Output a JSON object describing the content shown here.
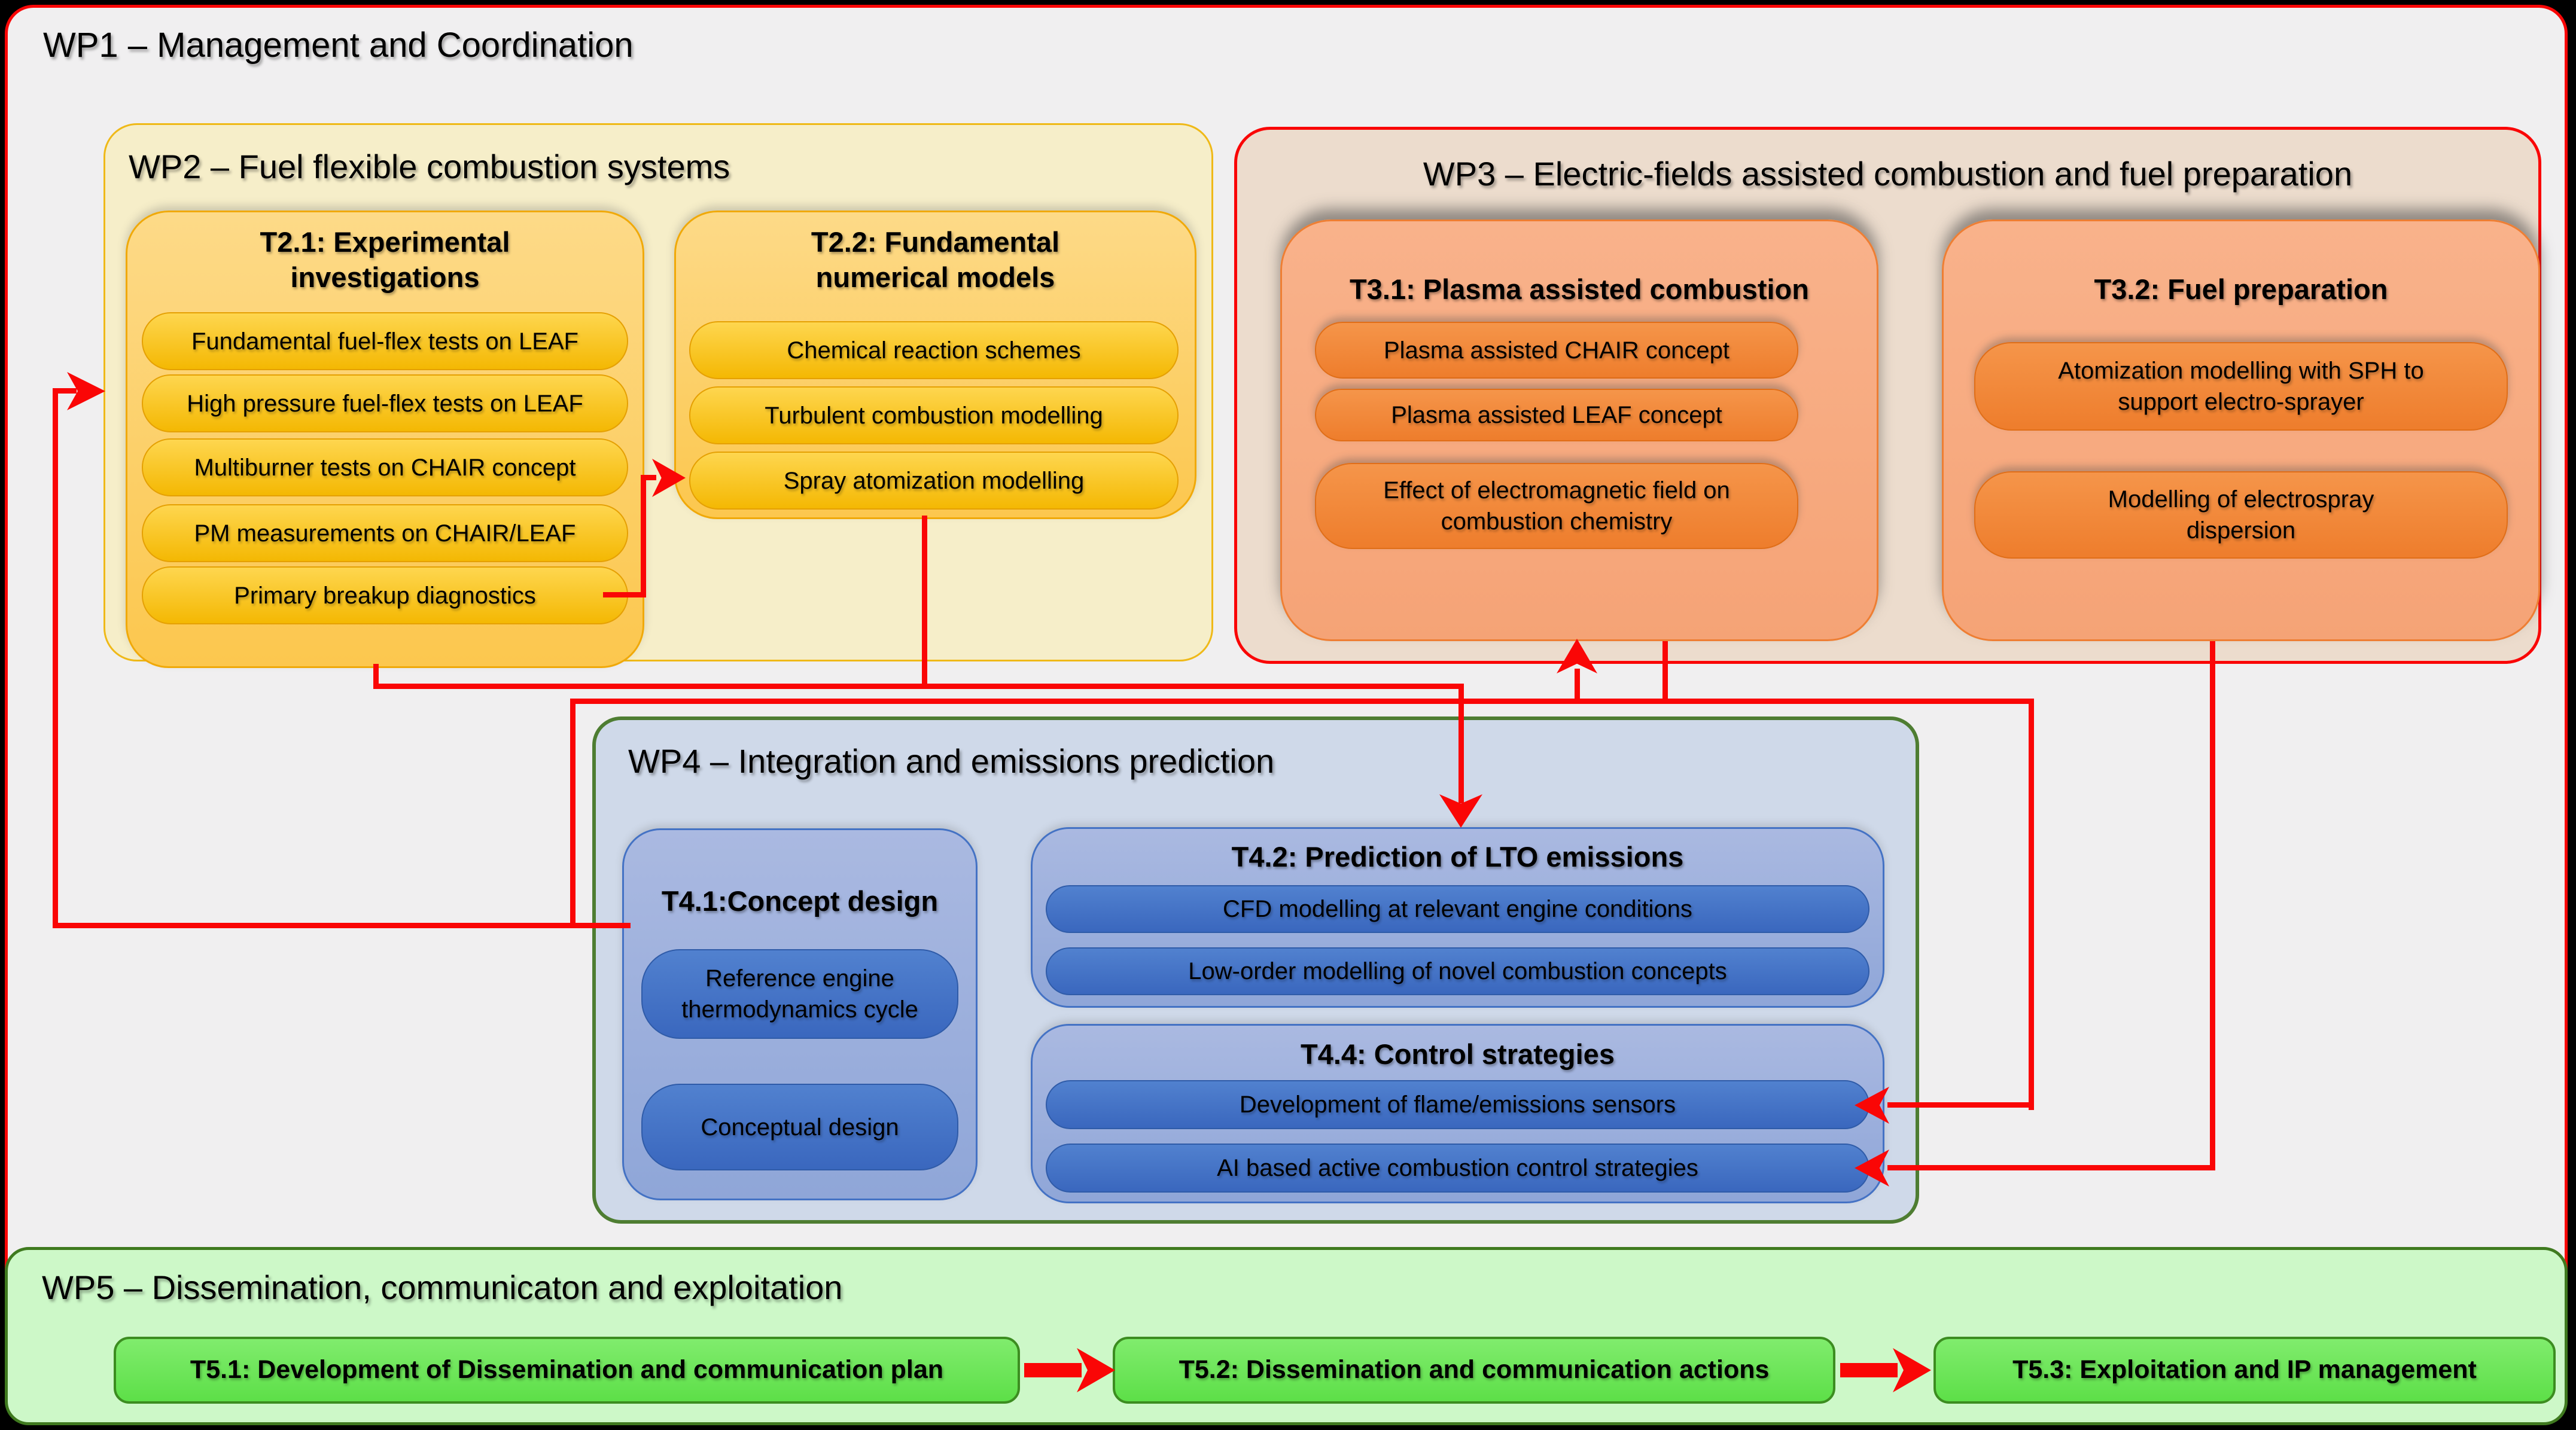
{
  "palette": {
    "red_connector": "#fa0606",
    "wp2_gold_border": "#efb918",
    "wp3_red_border": "#fa0606",
    "wp4_green_border": "#4e7d32",
    "wp5_green_border": "#3f7a1f",
    "blue_accent": "#4472c4",
    "orange_accent": "#ee7e33"
  },
  "wp1": {
    "title": "WP1 – Management and Coordination"
  },
  "wp2": {
    "title": "WP2 – Fuel flexible combustion systems",
    "t21": {
      "title": "T2.1: Experimental investigations",
      "items": [
        "Fundamental fuel-flex tests on LEAF",
        "High pressure fuel-flex tests on LEAF",
        "Multiburner tests on CHAIR concept",
        "PM measurements on CHAIR/LEAF",
        "Primary breakup diagnostics"
      ]
    },
    "t22": {
      "title": "T2.2: Fundamental numerical models",
      "items": [
        "Chemical reaction schemes",
        "Turbulent combustion modelling",
        "Spray atomization modelling"
      ]
    }
  },
  "wp3": {
    "title": "WP3 – Electric-fields assisted combustion and fuel preparation",
    "t31": {
      "title": "T3.1: Plasma assisted combustion",
      "items": [
        "Plasma assisted CHAIR concept",
        "Plasma assisted LEAF concept",
        "Effect of electromagnetic field on combustion chemistry"
      ]
    },
    "t32": {
      "title": "T3.2: Fuel preparation",
      "items": [
        "Atomization modelling with SPH to support electro-sprayer",
        "Modelling of electrospray dispersion"
      ]
    }
  },
  "wp4": {
    "title": "WP4 – Integration and emissions prediction",
    "t41": {
      "title": "T4.1:Concept design",
      "items": [
        "Reference engine thermodynamics cycle",
        "Conceptual design"
      ]
    },
    "t42": {
      "title": "T4.2: Prediction of LTO emissions",
      "items": [
        "CFD modelling at relevant engine conditions",
        "Low-order modelling of novel combustion concepts"
      ]
    },
    "t44": {
      "title": "T4.4: Control strategies",
      "items": [
        "Development of flame/emissions sensors",
        "AI based active combustion control strategies"
      ]
    }
  },
  "wp5": {
    "title": "WP5 – Dissemination, communicaton and exploitation",
    "tasks": [
      "T5.1: Development of Dissemination and communication plan",
      "T5.2: Dissemination and communication actions",
      "T5.3: Exploitation and IP management"
    ]
  }
}
